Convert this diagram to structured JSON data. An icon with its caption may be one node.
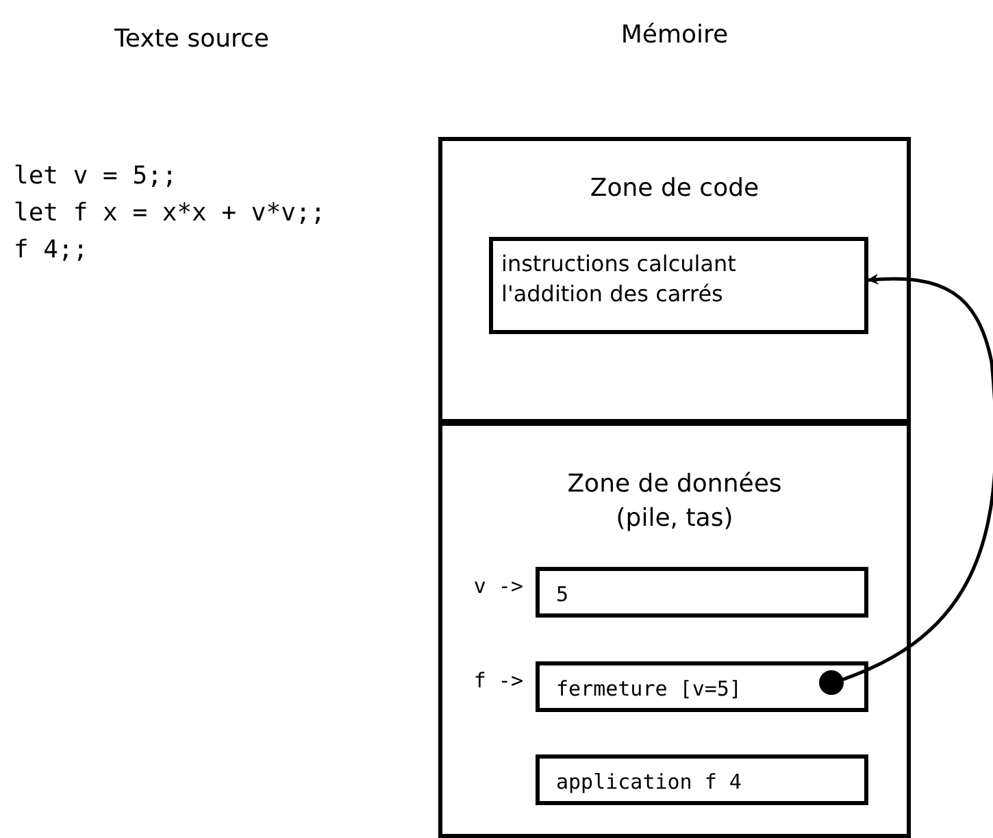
{
  "diagram": {
    "nodes": [
      {
        "text": [
          "Mémoire"
        ]
      },
      {
        "text": [
          "Zone de code"
        ],
        "in": 0
      },
      {
        "text": [
          "instructions calculant l'addition des carrés"
        ],
        "in": 1
      },
      {
        "text": [
          "Zone de données (pile, tas)"
        ],
        "in": 0
      },
      {
        "text": [
          "5"
        ],
        "in": 3,
        "beside": [
          "v ->"
        ]
      },
      {
        "text": [
          "fermeture [v=5]"
        ],
        "in": 3,
        "beside": [
          "f ->"
        ]
      },
      {
        "text": [
          "application f 4"
        ],
        "in": 3
      }
    ],
    "edges": [
      {
        "from": 5,
        "to": 2,
        "arrow": "to"
      }
    ],
    "labels": [
      "Texte source",
      "let v = 5;;",
      "let f x = x*x + v*v;;",
      "f 4;;"
    ]
  }
}
